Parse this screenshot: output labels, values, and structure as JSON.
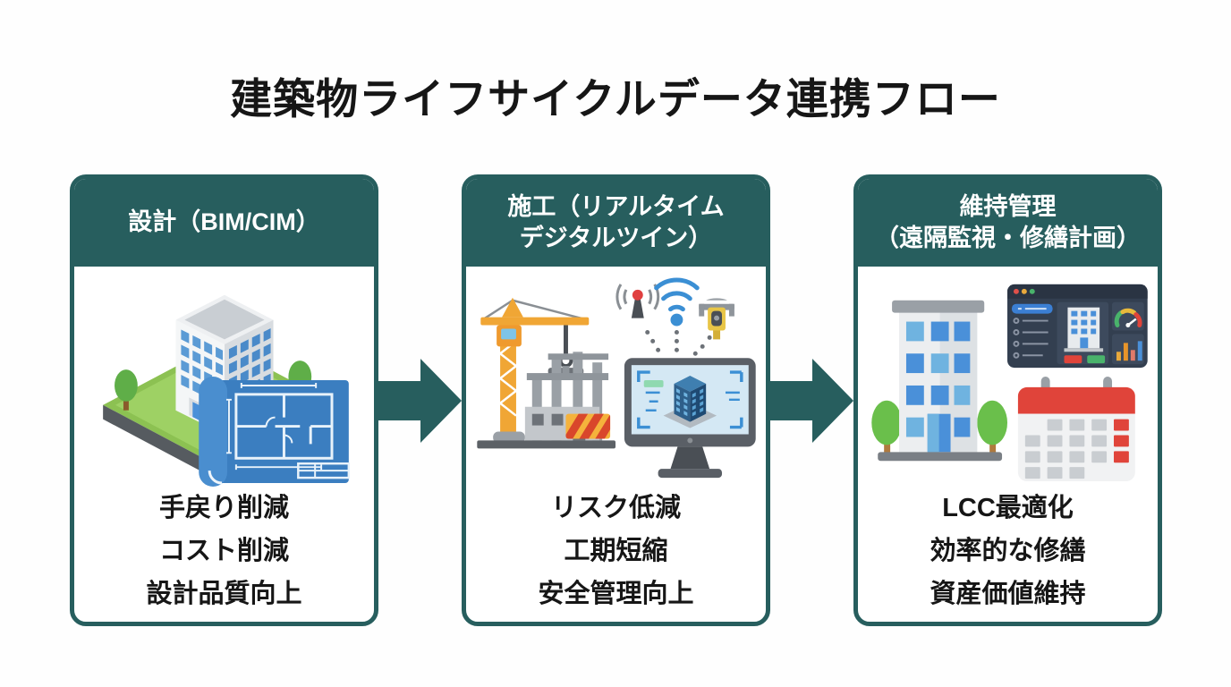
{
  "title": "建築物ライフサイクルデータ連携フロー",
  "colors": {
    "accent_teal": "#275e5e",
    "background": "#fefefe",
    "text": "#161616"
  },
  "cards": [
    {
      "id": "design",
      "header_lines": [
        "設計（BIM/CIM）"
      ],
      "illustration": "isometric-building-and-blueprint",
      "benefits": [
        "手戻り削減",
        "コスト削減",
        "設計品質向上"
      ]
    },
    {
      "id": "construction",
      "header_lines": [
        "施工（リアルタイム",
        "デジタルツイン）"
      ],
      "illustration": "crane-construction-site-and-digital-twin-monitor",
      "benefits": [
        "リスク低減",
        "工期短縮",
        "安全管理向上"
      ]
    },
    {
      "id": "maintenance",
      "header_lines": [
        "維持管理",
        "（遠隔監視・修繕計画）"
      ],
      "illustration": "building-dashboard-and-calendar",
      "benefits": [
        "LCC最適化",
        "効率的な修繕",
        "資産価値維持"
      ]
    }
  ],
  "arrows": [
    {
      "direction": "right"
    },
    {
      "direction": "right"
    }
  ]
}
